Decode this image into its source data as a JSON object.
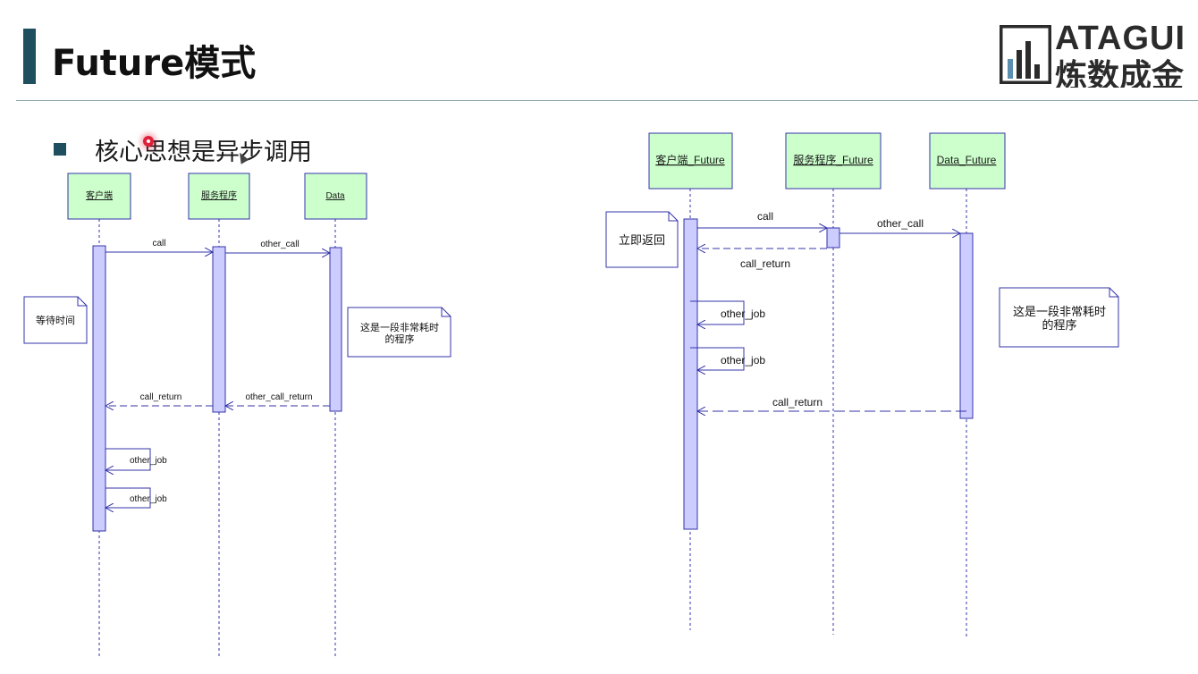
{
  "slide": {
    "title": "Future模式",
    "bullet": "核心思想是异步调用",
    "logo": {
      "top": "ATAGUI",
      "bottom": "炼数成金"
    }
  },
  "colors": {
    "accent": "#1f4e5f",
    "lifeline_head_fill": "#ccffcc",
    "activation_fill": "#ccccff",
    "arrow": "#3333aa"
  },
  "diagram_left": {
    "participants": [
      "客户端",
      "服务程序",
      "Data"
    ],
    "messages": [
      {
        "label": "call",
        "type": "sync"
      },
      {
        "label": "other_call",
        "type": "sync"
      },
      {
        "label": "call_return",
        "type": "return"
      },
      {
        "label": "other_call_return",
        "type": "return"
      },
      {
        "label": "other_job",
        "type": "self"
      },
      {
        "label": "other_job",
        "type": "self"
      }
    ],
    "notes": [
      {
        "lines": [
          "等待时间"
        ]
      },
      {
        "lines": [
          "这是一段非常耗时",
          "的程序"
        ]
      }
    ]
  },
  "diagram_right": {
    "participants": [
      "客户端_Future",
      "服务程序_Future",
      "Data_Future"
    ],
    "messages": [
      {
        "label": "call",
        "type": "sync"
      },
      {
        "label": "other_call",
        "type": "sync"
      },
      {
        "label": "call_return",
        "type": "return"
      },
      {
        "label": "other_job",
        "type": "self"
      },
      {
        "label": "other_job",
        "type": "self"
      },
      {
        "label": "call_return",
        "type": "return"
      }
    ],
    "notes": [
      {
        "lines": [
          "立即返回"
        ]
      },
      {
        "lines": [
          "这是一段非常耗时",
          "的程序"
        ]
      }
    ]
  }
}
